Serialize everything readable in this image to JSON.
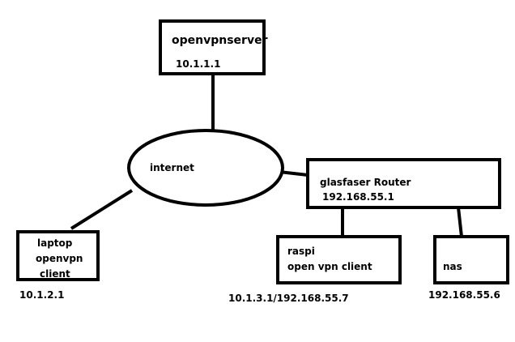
{
  "diagram": {
    "nodes": {
      "openvpnserver": {
        "name": "openvpnserver",
        "ip": "10.1.1.1"
      },
      "internet": {
        "name": "internet"
      },
      "router": {
        "name": "glasfaser Router",
        "ip": "192.168.55.1"
      },
      "laptop": {
        "line1": "laptop",
        "line2": "openvpn",
        "line3": "client",
        "ip": "10.1.2.1"
      },
      "raspi": {
        "line1": "raspi",
        "line2": "open vpn client",
        "ip": "10.1.3.1/192.168.55.7"
      },
      "nas": {
        "name": "nas",
        "ip": "192.168.55.6"
      }
    },
    "colors": {
      "stroke": "#000000",
      "background": "#ffffff"
    }
  }
}
